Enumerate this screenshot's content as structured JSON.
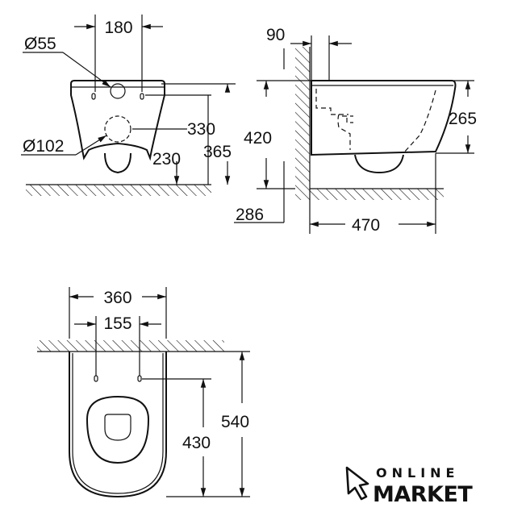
{
  "front_view": {
    "dim_flush_spacing": "180",
    "dim_inlet_diameter": "Ø55",
    "dim_outlet_diameter": "Ø102",
    "dim_outlet_height": "330",
    "dim_rim_outlet": "230",
    "dim_total_height": "365"
  },
  "side_view": {
    "dim_wall_offset": "90",
    "dim_height": "420",
    "dim_outlet_to_floor": "286",
    "dim_bowl_height": "265",
    "dim_projection": "470"
  },
  "top_view": {
    "dim_width": "360",
    "dim_bolt_spacing": "155",
    "dim_bolt_to_front": "430",
    "dim_length": "540"
  },
  "logo": {
    "line1": "ONLINE",
    "line2": "MARKET"
  }
}
